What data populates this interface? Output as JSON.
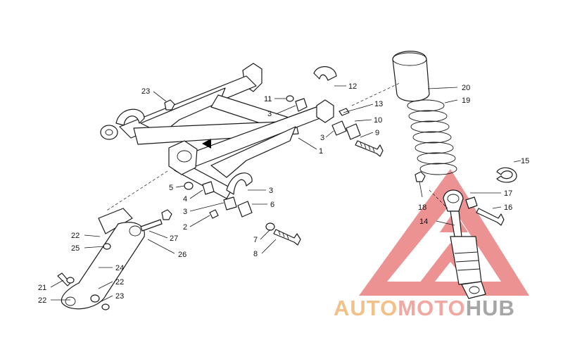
{
  "callouts": [
    {
      "id": "c23a",
      "text": "23"
    },
    {
      "id": "c12",
      "text": "12"
    },
    {
      "id": "c11",
      "text": "11"
    },
    {
      "id": "c13",
      "text": "13"
    },
    {
      "id": "c3a",
      "text": "3"
    },
    {
      "id": "c10",
      "text": "10"
    },
    {
      "id": "c3b",
      "text": "3"
    },
    {
      "id": "c9",
      "text": "9"
    },
    {
      "id": "c1",
      "text": "1"
    },
    {
      "id": "c5",
      "text": "5"
    },
    {
      "id": "c4",
      "text": "4"
    },
    {
      "id": "c3c",
      "text": "3"
    },
    {
      "id": "c3d",
      "text": "3"
    },
    {
      "id": "c6",
      "text": "6"
    },
    {
      "id": "c2",
      "text": "2"
    },
    {
      "id": "c7",
      "text": "7"
    },
    {
      "id": "c8",
      "text": "8"
    },
    {
      "id": "c22a",
      "text": "22"
    },
    {
      "id": "c25",
      "text": "25"
    },
    {
      "id": "c27",
      "text": "27"
    },
    {
      "id": "c26",
      "text": "26"
    },
    {
      "id": "c24",
      "text": "24"
    },
    {
      "id": "c21",
      "text": "21"
    },
    {
      "id": "c22b",
      "text": "22"
    },
    {
      "id": "c22c",
      "text": "22"
    },
    {
      "id": "c23b",
      "text": "23"
    },
    {
      "id": "c20",
      "text": "20"
    },
    {
      "id": "c19",
      "text": "19"
    },
    {
      "id": "c15",
      "text": "15"
    },
    {
      "id": "c17",
      "text": "17"
    },
    {
      "id": "c18",
      "text": "18"
    },
    {
      "id": "c16",
      "text": "16"
    },
    {
      "id": "c14",
      "text": "14"
    }
  ],
  "watermark": {
    "part1": "AUTO",
    "part2": "MOTO",
    "part3": "HUB",
    "color_part1": "#f2c189",
    "color_part2": "#f1a7a2",
    "color_part3": "#a6a6a6",
    "triangle_color": "#e98080"
  }
}
